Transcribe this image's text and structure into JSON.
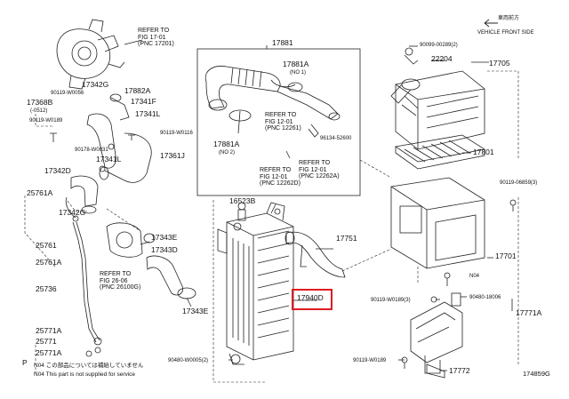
{
  "parts": {
    "p17881": "17881",
    "p17881A_top": "17881A",
    "p17881A_top_note": "(NO 1)",
    "p17881A_bot": "17881A",
    "p17881A_bot_note": "(NO 2)",
    "p17882A": "17882A",
    "p17342G_top": "17342G",
    "p90119_W0056": "90119-W0056",
    "p17368B": "17368B",
    "p17341F": "17341F",
    "p17341L_top": "17341L",
    "p90119_W0189_left": "90119-W0189",
    "p90119_W0116": "90119-W0116",
    "p90178_W0031": "90178-W0031",
    "p17341L_mid": "17341L",
    "p17361J": "17361J",
    "p17342D": "17342D",
    "p25761A_top": "25761A",
    "p17342G_mid": "17342G",
    "p25761": "25761",
    "p25761A_mid": "25761A",
    "p25736": "25736",
    "p25771A_1": "25771A",
    "p25771": "25771",
    "p25771A_2": "25771A",
    "p17343E_top": "17343E",
    "p17343D": "17343D",
    "p17343E_bot": "17343E",
    "p16523B": "16523B",
    "p17751": "17751",
    "p17940D": "17940D",
    "p90480_W0005": "90480-W0005(2)",
    "p96134_52600": "96134-52600",
    "p90099_00289": "90099-00289(2)",
    "p22204": "22204",
    "p17705": "17705",
    "p17801": "17801",
    "p90119_06859": "90119-06859(3)",
    "p17701": "17701",
    "pN04": "N04",
    "p90119_W0189_right": "90119-W0189(3)",
    "p90480_18006": "90480-18006",
    "p17771A": "17771A",
    "p90119_W0189_bot": "90119-W0189",
    "p17772": "17772",
    "p0512": "(-0512)",
    "pP": "P"
  },
  "refs": {
    "r17_01_a": "REFER TO",
    "r17_01_b": "FIG 17-01",
    "r17_01_c": "(PNC 17201)",
    "r12_01_1a": "REFER TO",
    "r12_01_1b": "FIG 12-01",
    "r12_01_1c": "(PNC 12261)",
    "r12_01_2a": "REFER TO",
    "r12_01_2b": "FIG 12-01",
    "r12_01_2c": "(PNC 12262D)",
    "r12_01_3a": "REFER TO",
    "r12_01_3b": "FIG 12-01",
    "r12_01_3c": "(PNC 12262A)",
    "r26_06_a": "REFER TO",
    "r26_06_b": "FIG 26-06",
    "r26_06_c": "(PNC 26100G)"
  },
  "header": {
    "vehicle_front_jp": "車両前方",
    "vehicle_front_en": "VEHICLE FRONT SIDE"
  },
  "footer": {
    "n04_jp": "N04  この部品については補給していません",
    "n04_en": "N04  This part is not supplied for service",
    "figure_code": "174859G"
  },
  "highlight": {
    "part": "17940D",
    "color": "#e11b22"
  }
}
